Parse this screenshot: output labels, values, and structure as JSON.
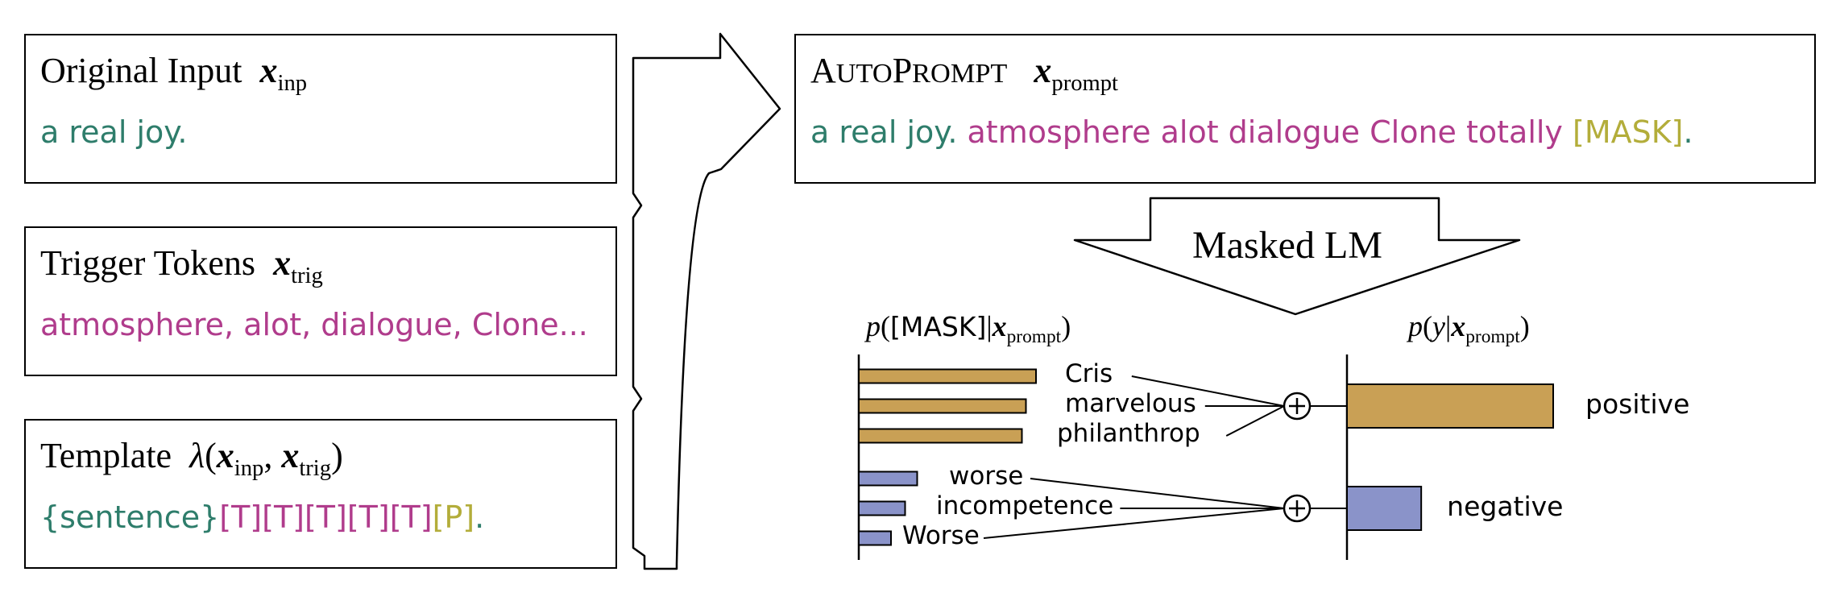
{
  "boxes": {
    "original_input": {
      "title": "Original Input",
      "math_symbol": "x",
      "math_sub": "inp",
      "body": "a real joy."
    },
    "trigger_tokens": {
      "title": "Trigger Tokens",
      "math_symbol": "x",
      "math_sub": "trig",
      "body": "atmosphere, alot, dialogue, Clone..."
    },
    "template": {
      "title": "Template",
      "lambda": "λ",
      "math_symbol": "x",
      "sub_inp": "inp",
      "sub_trig": "trig",
      "sentence_token": "{sentence}",
      "trigger_slots": "[T][T][T][T][T]",
      "predict_slot": "[P]",
      "period": "."
    },
    "autoprompt": {
      "title_cap1": "A",
      "title_rest1": "UTO",
      "title_cap2": "P",
      "title_rest2": "ROMPT",
      "math_symbol": "x",
      "math_sub": "prompt",
      "body_input": "a real joy.",
      "body_triggers": "atmosphere alot dialogue Clone totally",
      "body_mask": "[MASK]",
      "body_period": "."
    }
  },
  "masked_lm_label": "Masked LM",
  "chart_titles": {
    "left_p": "p",
    "left_mask": "[MASK]",
    "right_p": "p",
    "right_y": "y",
    "x": "x",
    "sub": "prompt"
  },
  "chart_data": [
    {
      "type": "bar",
      "orientation": "horizontal",
      "categories": [
        "Cris",
        "marvelous",
        "philanthrop",
        "worse",
        "incompetence",
        "Worse"
      ],
      "values": [
        0.88,
        0.83,
        0.81,
        0.29,
        0.23,
        0.16
      ],
      "groups": [
        "positive",
        "positive",
        "positive",
        "negative",
        "negative",
        "negative"
      ],
      "colors": [
        "#c9a055",
        "#c9a055",
        "#c9a055",
        "#8a93c9",
        "#8a93c9",
        "#8a93c9"
      ]
    },
    {
      "type": "bar",
      "orientation": "horizontal",
      "categories": [
        "positive",
        "negative"
      ],
      "values": [
        1.0,
        0.36
      ],
      "colors": [
        "#c9a055",
        "#8a93c9"
      ]
    }
  ],
  "colors": {
    "input_text": "#2e7d6b",
    "trigger_text": "#b03c8c",
    "mask_text": "#b3ad3a",
    "positive_bar": "#c9a055",
    "negative_bar": "#8a93c9"
  }
}
